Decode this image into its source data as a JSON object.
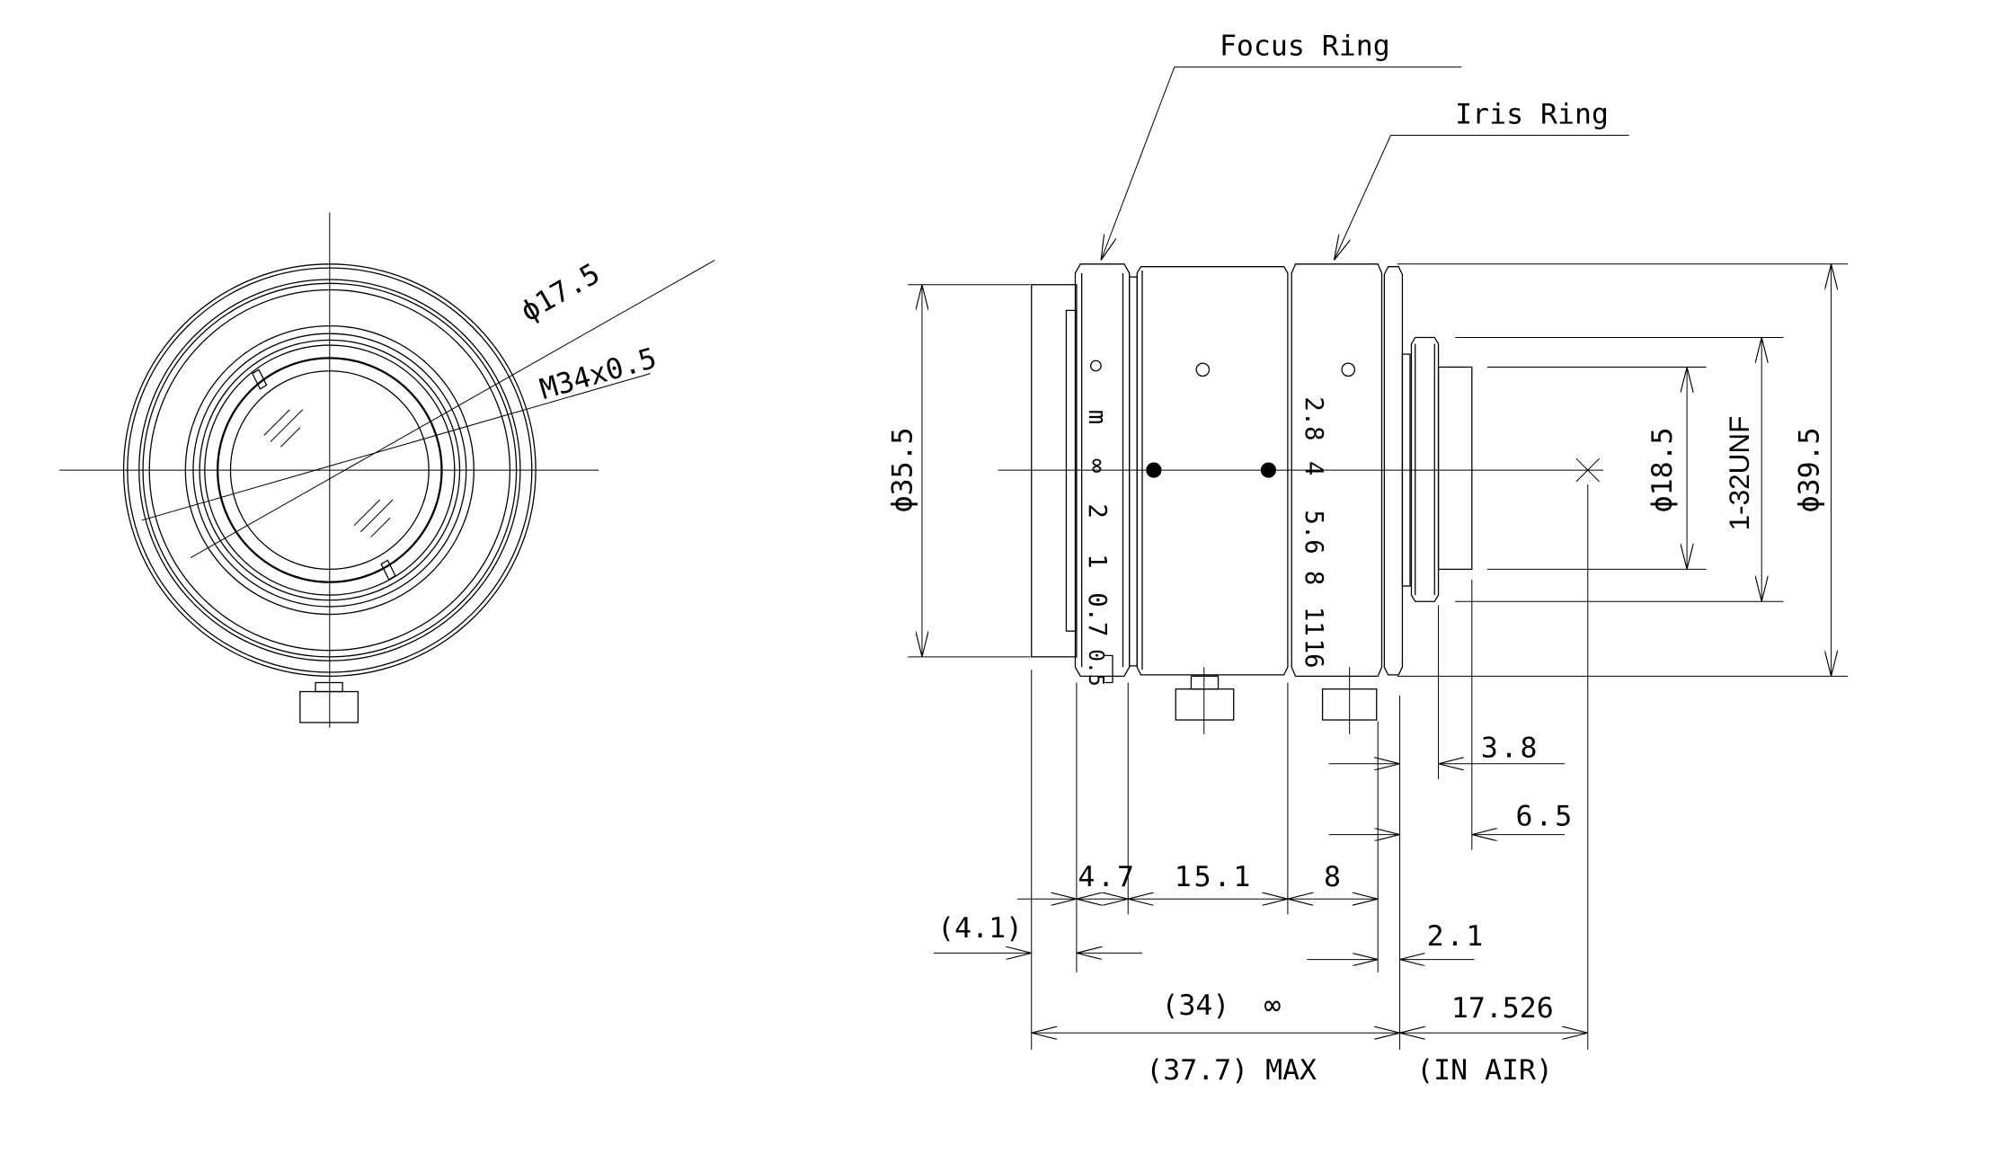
{
  "labels": {
    "focus_ring": "Focus Ring",
    "iris_ring": "Iris Ring"
  },
  "front_view": {
    "dim_diameter": "ϕ17.5",
    "dim_thread": "M34x0.5"
  },
  "side_view": {
    "focus_scale": [
      "m",
      "∞",
      "2",
      "1",
      "0.7",
      "0.5"
    ],
    "iris_scale": [
      "2.8",
      "4",
      "5.6",
      "8",
      "11",
      "16"
    ],
    "dims": {
      "front_diameter": "ϕ35.5",
      "body_diameter": "ϕ39.5",
      "mount_thread": "1-32UNF",
      "rear_diameter": "ϕ18.5",
      "d_4_7": "4.7",
      "d_15_1": "15.1",
      "d_8": "8",
      "d_4_1": "(4.1)",
      "d_2_1": "2.1",
      "d_3_8": "3.8",
      "d_6_5": "6.5",
      "d_34": "(34)  ∞",
      "d_flange": "17.526",
      "d_max": "(37.7) MAX",
      "in_air": "(IN AIR)"
    }
  }
}
